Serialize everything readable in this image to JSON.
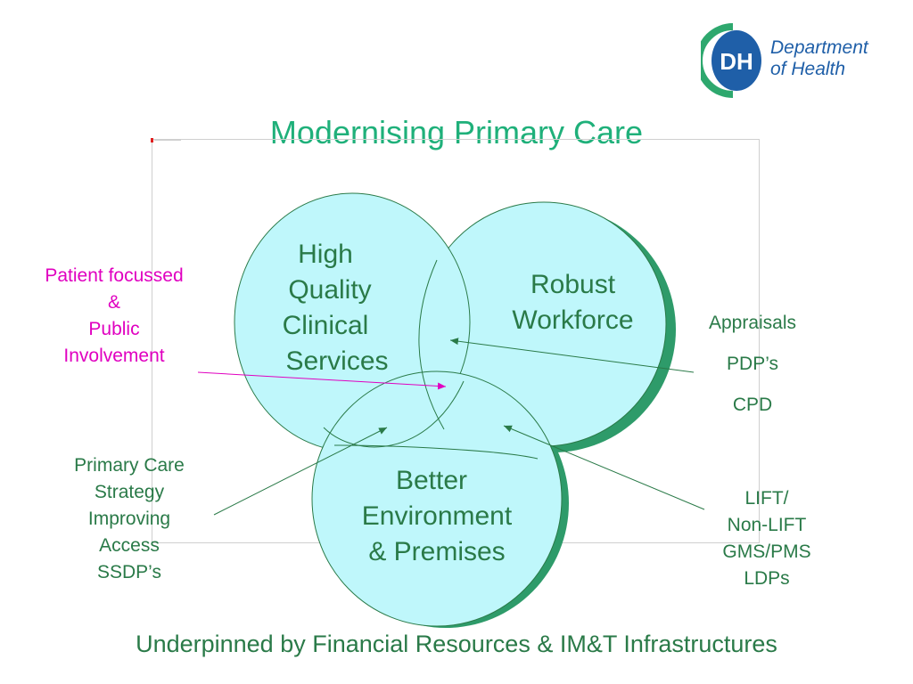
{
  "logo": {
    "badge_text": "DH",
    "line1": "Department",
    "line2": "of Health"
  },
  "title": "Modernising Primary Care",
  "circles": {
    "clinical": [
      "High",
      "Quality",
      "Clinical",
      "Services"
    ],
    "workforce": [
      "Robust",
      "Workforce"
    ],
    "environment": [
      "Better",
      "Environment",
      "& Premises"
    ]
  },
  "annotations": {
    "patient": [
      "Patient focussed",
      "&",
      "Public",
      "Involvement"
    ],
    "workforce_items": [
      "Appraisals",
      "PDP’s",
      "CPD"
    ],
    "strategy": [
      "Primary Care",
      "Strategy",
      "Improving",
      "Access",
      "SSDP’s"
    ],
    "lift": [
      "LIFT/",
      "Non-LIFT",
      "GMS/PMS",
      "LDPs"
    ]
  },
  "footer": "Underpinned by Financial Resources & IM&T Infrastructures",
  "colors": {
    "circle_fill": "#bff7fb",
    "circle_stroke": "#2a7a48",
    "shadow": "#2e9b6a",
    "title": "#1fb07a",
    "text_green": "#2a7a48",
    "pink": "#e000c0",
    "logo_blue": "#1f5fa8"
  }
}
